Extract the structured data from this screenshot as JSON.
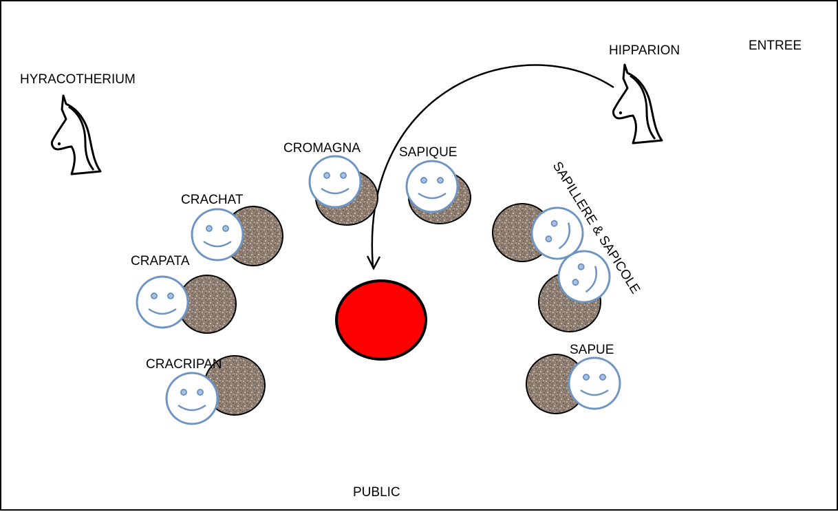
{
  "labels": {
    "hyracotherium": "HYRACOTHERIUM",
    "hipparion": "HIPPARION",
    "entree": "ENTREE",
    "cromagna": "CROMAGNA",
    "sapique": "SAPIQUE",
    "crachat": "CRACHAT",
    "crapata": "CRAPATA",
    "cracripan": "CRACRIPAN",
    "sapillere_sapicole": "SAPILLERE & SAPICOLE",
    "sapue": "SAPUE",
    "public": "PUBLIC"
  },
  "icons": {
    "horse": "horse-head-icon",
    "face": "smiley-face-icon",
    "stone": "textured-stone-icon",
    "center": "red-circle"
  },
  "colors": {
    "face_stroke": "#6e94c4",
    "stone_fill": "#8f7f73",
    "center_fill": "#ff0000",
    "line": "#000000"
  }
}
